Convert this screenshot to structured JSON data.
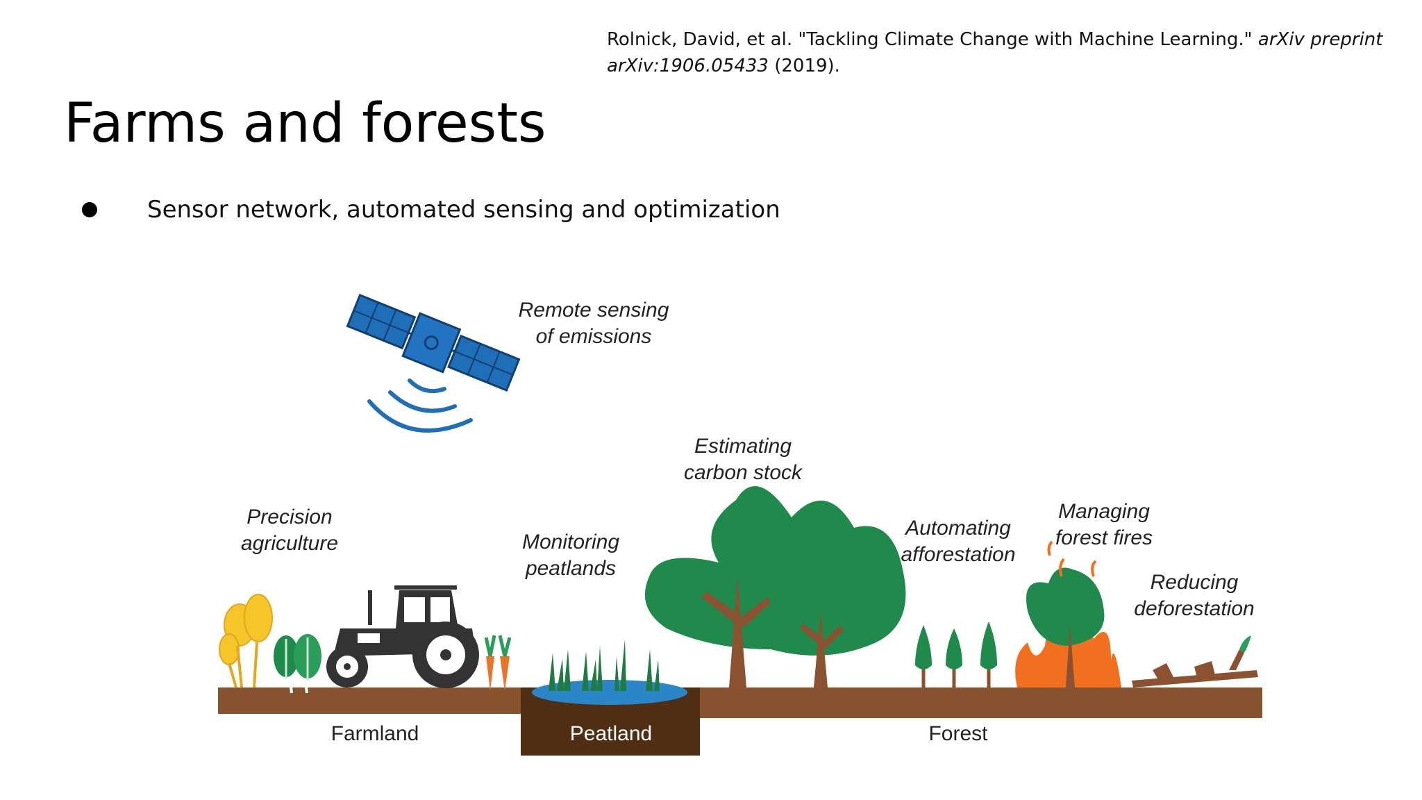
{
  "citation": {
    "text_plain": "Rolnick, David, et al. \"Tackling Climate Change with Machine Learning.\" ",
    "text_italic": "arXiv preprint arXiv:1906.05433",
    "text_tail": " (2019)."
  },
  "title": "Farms and forests",
  "bullets": [
    "Sensor network, automated sensing and optimization"
  ],
  "figure": {
    "labels": {
      "remote_sensing": [
        "Remote sensing",
        "of emissions"
      ],
      "estimating": [
        "Estimating",
        "carbon stock"
      ],
      "precision": [
        "Precision",
        "agriculture"
      ],
      "monitoring": [
        "Monitoring",
        "peatlands"
      ],
      "automating": [
        "Automating",
        "afforestation"
      ],
      "managing": [
        "Managing",
        "forest fires"
      ],
      "reducing": [
        "Reducing",
        "deforestation"
      ]
    },
    "ground": {
      "farmland": "Farmland",
      "peatland": "Peatland",
      "forest": "Forest"
    },
    "icons": [
      "satellite-icon",
      "tractor-icon",
      "wheat-icon",
      "lettuce-icon",
      "carrot-icon",
      "reeds-icon",
      "tree-icon",
      "conifer-icon",
      "fire-icon",
      "fallen-log-icon"
    ],
    "colors": {
      "soil": "#87532f",
      "peat_soil": "#4f2e14",
      "tree_green": "#1f8a4c",
      "trunk": "#8a5230",
      "water": "#2b86c8",
      "satellite_blue": "#1f6fb8",
      "fire": "#f07020",
      "wheat": "#f5c52a"
    }
  }
}
